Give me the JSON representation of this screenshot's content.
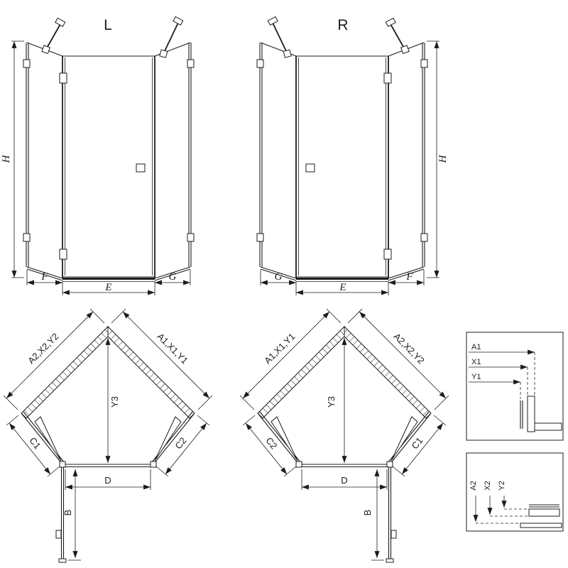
{
  "colors": {
    "background": "#ffffff",
    "ink": "#1c1c1c"
  },
  "elevations": {
    "left": {
      "title": "L",
      "height_label": "H",
      "widths": [
        "F",
        "E",
        "G"
      ]
    },
    "right": {
      "title": "R",
      "height_label": "H",
      "widths": [
        "G",
        "E",
        "F"
      ]
    }
  },
  "plans": {
    "left": {
      "wall_left_label": "A2,X2,Y2",
      "wall_right_label": "A1,X1,Y1",
      "depth_label": "Y3",
      "side_left_label": "C1",
      "side_right_label": "C2",
      "width_label": "D",
      "door_label": "B"
    },
    "right": {
      "wall_left_label": "A1,X1,Y1",
      "wall_right_label": "A2,X2,Y2",
      "depth_label": "Y3",
      "side_left_label": "C2",
      "side_right_label": "C1",
      "width_label": "D",
      "door_label": "B"
    }
  },
  "details": {
    "top": {
      "labels": [
        "A1",
        "X1",
        "Y1"
      ]
    },
    "bottom": {
      "labels": [
        "A2",
        "X2",
        "Y2"
      ]
    }
  }
}
